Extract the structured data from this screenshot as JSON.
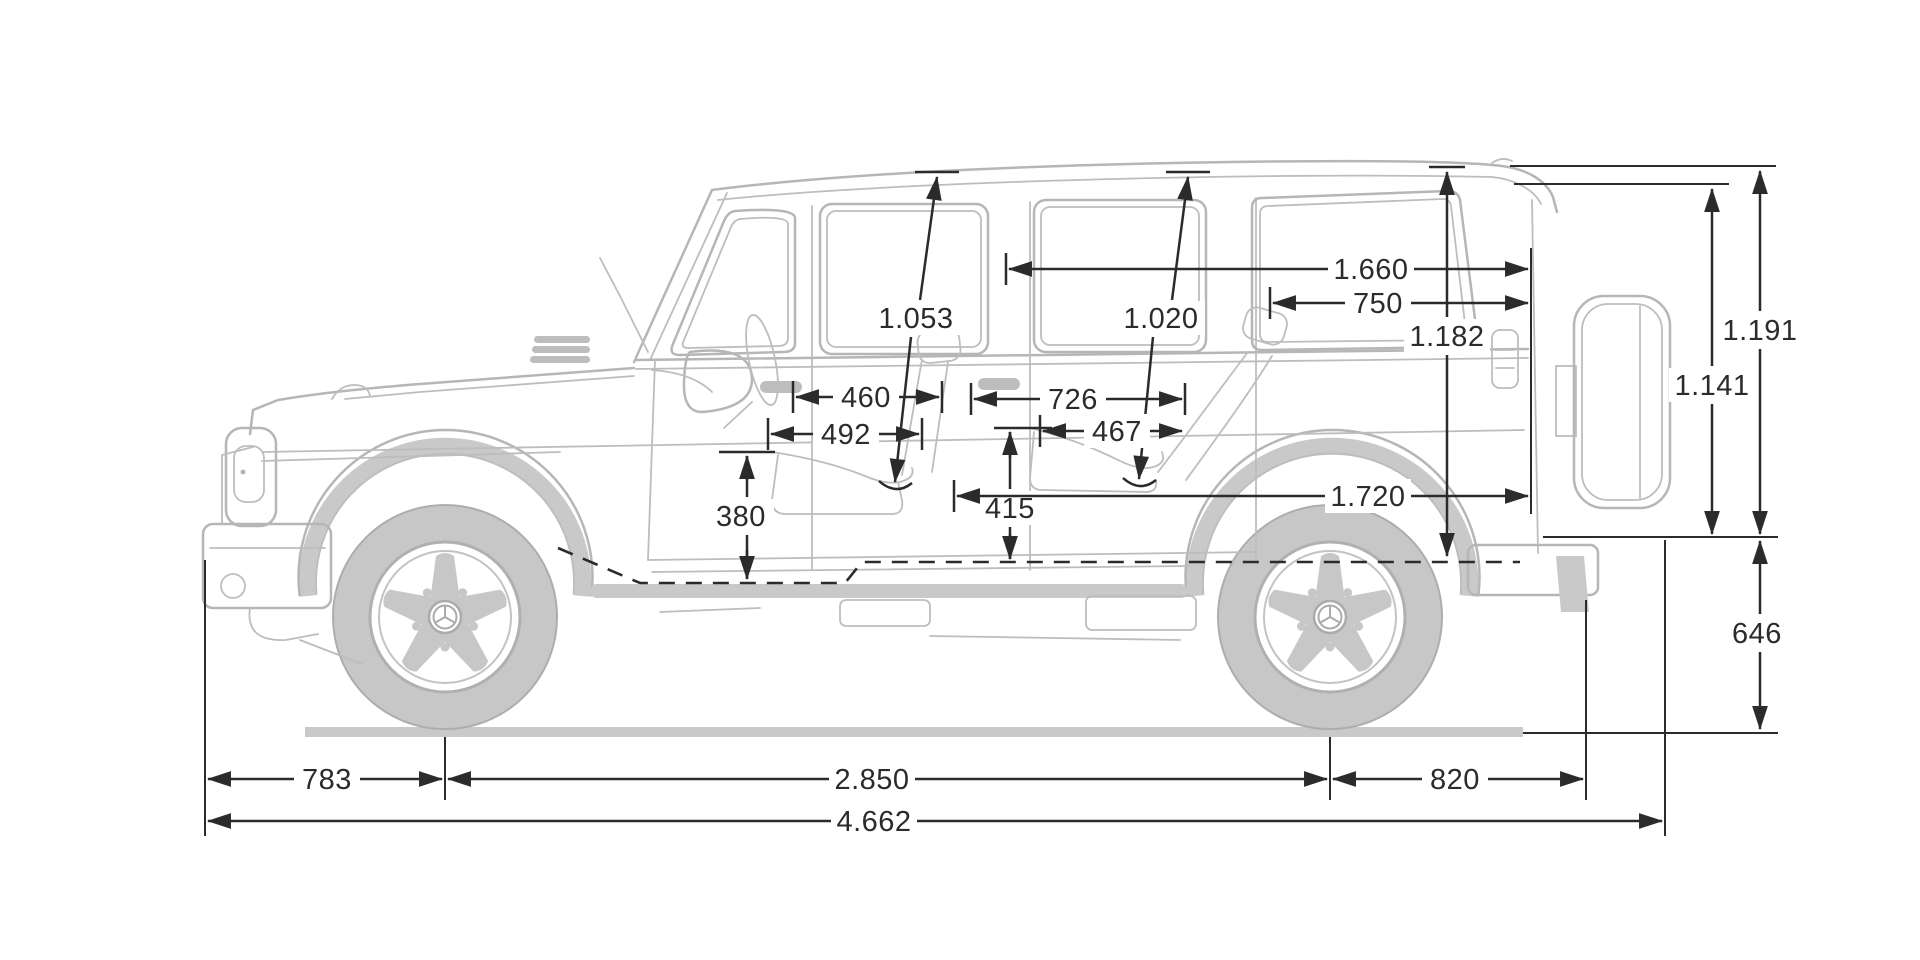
{
  "figure": {
    "kind": "vehicle side-view dimension drawing",
    "units": "mm",
    "vehicle_color": "#b6b6b6",
    "dimension_color": "#2b2b2b",
    "background": "#ffffff"
  },
  "dimensions": {
    "headroom_front": "1.053",
    "headroom_rear": "1.020",
    "load_length_upper": "1.660",
    "load_length_to_rear_seat": "750",
    "load_compartment_height": "1.182",
    "load_height_max": "1.191",
    "load_height_min": "1.141",
    "seat_depth_front": "460",
    "seat_width_front": "492",
    "legroom_rear": "726",
    "seat_depth_rear": "467",
    "seat_height_front": "380",
    "seat_height_rear": "415",
    "load_floor_length": "1.720",
    "load_sill_height": "646",
    "front_overhang": "783",
    "wheelbase": "2.850",
    "rear_overhang": "820",
    "overall_length": "4.662"
  }
}
